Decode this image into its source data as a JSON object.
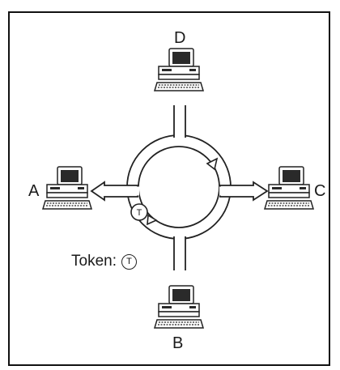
{
  "nodes": {
    "top": "D",
    "left": "A",
    "right": "C",
    "bottom": "B"
  },
  "token": {
    "symbol": "T"
  },
  "legend": {
    "label": "Token:",
    "symbol": "T"
  },
  "colors": {
    "line": "#222222",
    "background": "#ffffff",
    "screen": "#2a2a2a"
  }
}
